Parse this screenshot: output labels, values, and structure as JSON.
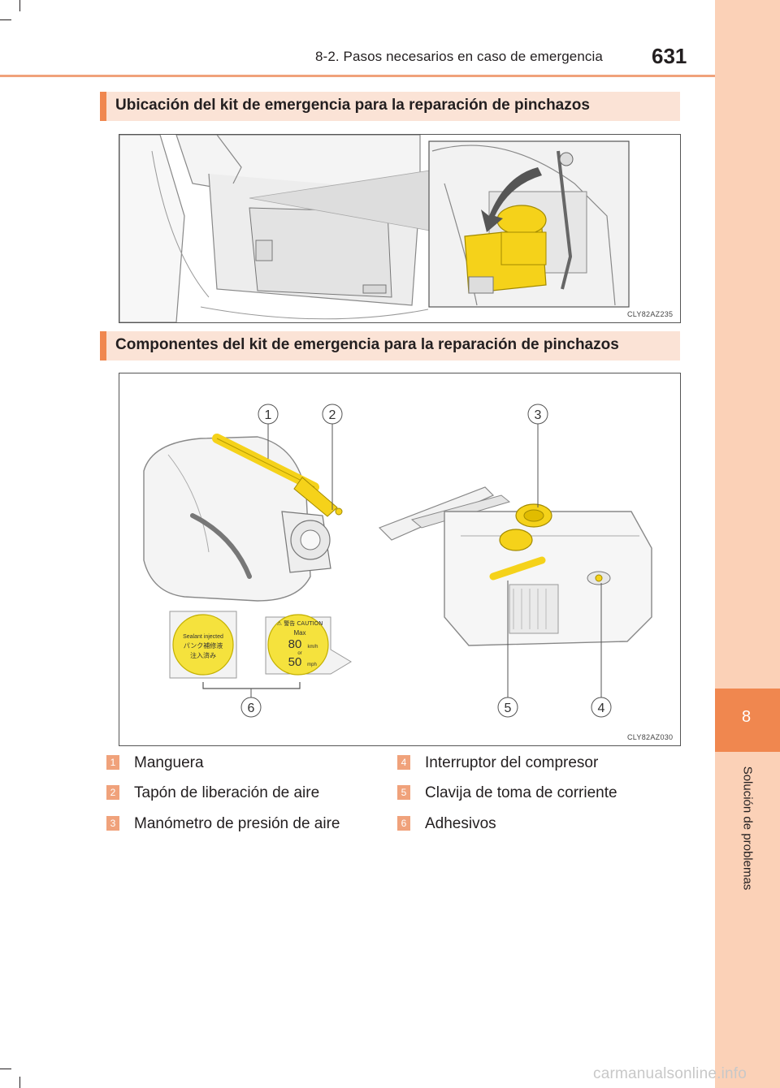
{
  "header": {
    "section_title": "8-2. Pasos necesarios en caso de emergencia",
    "page_number": "631"
  },
  "side_tab": {
    "chapter_number": "8",
    "chapter_title": "Solución de problemas"
  },
  "sections": [
    {
      "title": "Ubicación del kit de emergencia para la reparación de pinchazos",
      "figure_code": "CLY82AZ235"
    },
    {
      "title": "Componentes del kit de emergencia para la reparación de pinchazos",
      "figure_code": "CLY82AZ030"
    }
  ],
  "figure2": {
    "callouts": [
      "1",
      "2",
      "3",
      "4",
      "5",
      "6"
    ],
    "sticker_left": {
      "line1": "Sealant injected",
      "line2": "パンク補修液",
      "line3": "注入済み"
    },
    "sticker_right": {
      "warning": "⚠ 警告 CAUTION",
      "max": "Max",
      "speed1": "80",
      "unit1": "km/h",
      "or": "or",
      "speed2": "50",
      "unit2": "mph"
    }
  },
  "legend": [
    {
      "num": "1",
      "label": "Manguera"
    },
    {
      "num": "2",
      "label": "Tapón de liberación de aire"
    },
    {
      "num": "3",
      "label": "Manómetro de presión de aire"
    },
    {
      "num": "4",
      "label": "Interruptor del compresor"
    },
    {
      "num": "5",
      "label": "Clavija de toma de corriente"
    },
    {
      "num": "6",
      "label": "Adhesivos"
    }
  ],
  "watermark": "carmanualsonline.info",
  "colors": {
    "accent_orange": "#f0874f",
    "light_orange": "#fbd1b7",
    "section_bg": "#fbe3d6",
    "number_badge": "#f0a27b",
    "kit_yellow": "#f5d21a"
  }
}
